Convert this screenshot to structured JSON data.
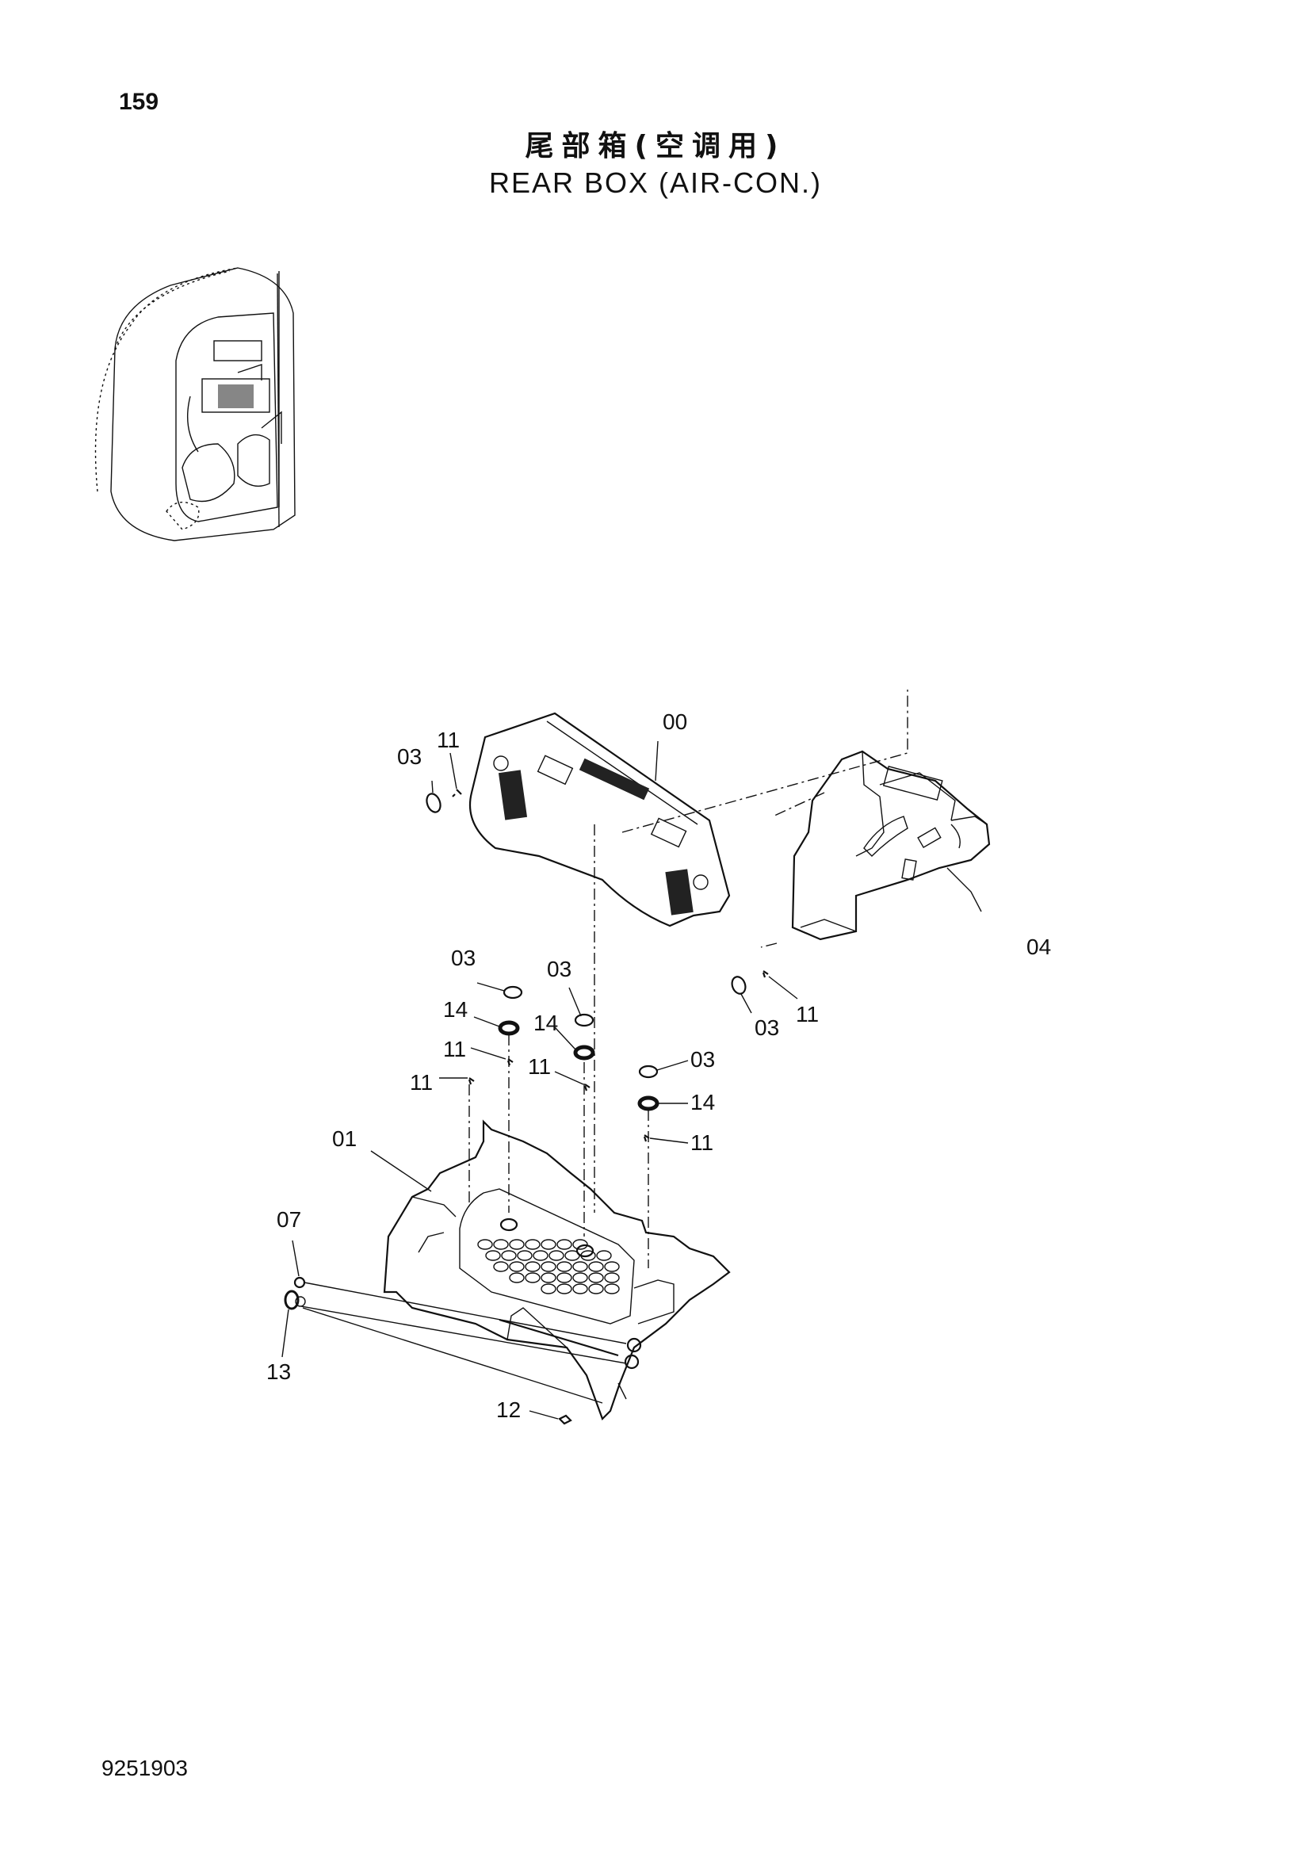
{
  "page_number": "159",
  "title_cn": "尾部箱(空调用)",
  "title_en": "REAR BOX (AIR-CON.)",
  "doc_number": "9251903",
  "callouts": {
    "c00": "00",
    "c01": "01",
    "c03a": "03",
    "c03b": "03",
    "c03c": "03",
    "c03d": "03",
    "c03e": "03",
    "c04": "04",
    "c07": "07",
    "c11a": "11",
    "c11b": "11",
    "c11c": "11",
    "c11d": "11",
    "c11e": "11",
    "c11f": "11",
    "c12": "12",
    "c13": "13",
    "c14a": "14",
    "c14b": "14",
    "c14c": "14"
  }
}
